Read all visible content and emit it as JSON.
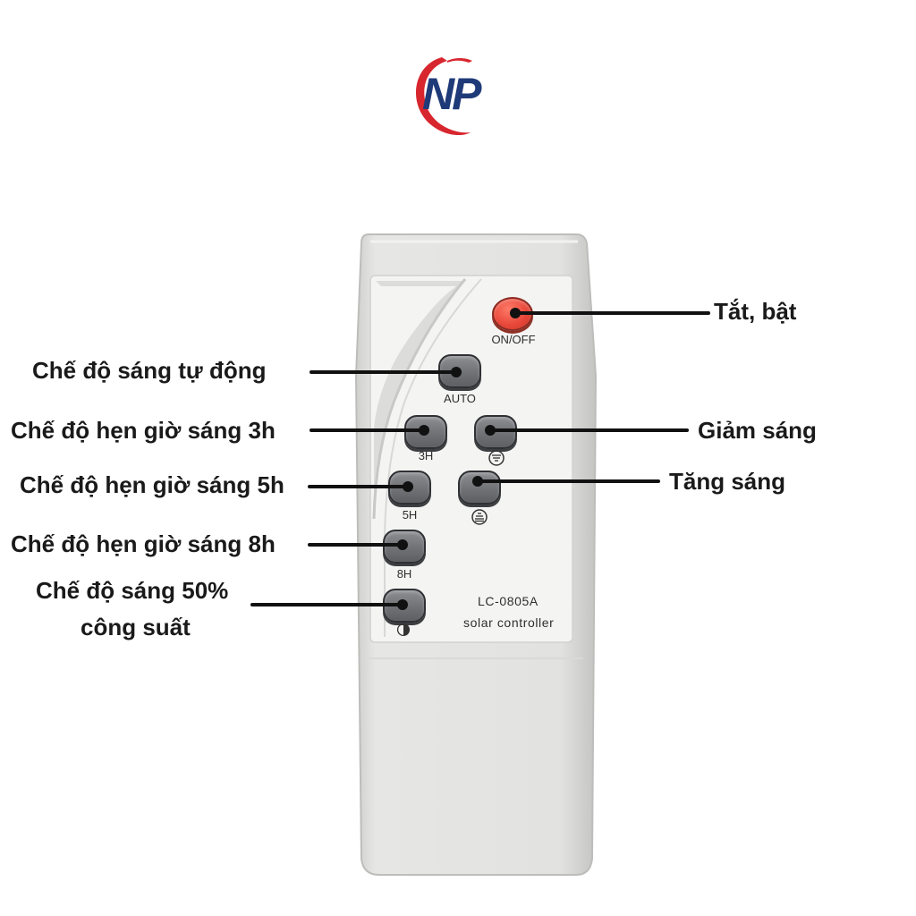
{
  "logo": {
    "text": "NP",
    "colors": {
      "blue": "#1f3a78",
      "red": "#d8262e"
    }
  },
  "remote": {
    "body_color": "#e4e4e2",
    "panel_color": "#f4f4f3",
    "model": "LC-0805A",
    "subtitle": "solar controller",
    "buttons": {
      "on_off": "ON/OFF",
      "auto": "AUTO",
      "h3": "3H",
      "h5": "5H",
      "h8": "8H"
    },
    "icons": {
      "dim_down": "brightness-down-icon",
      "dim_up": "brightness-up-icon",
      "half_power": "half-power-icon"
    }
  },
  "annotations": {
    "on_off": "Tắt, bật",
    "auto": "Chế độ sáng tự động",
    "timer_3h": "Chế độ hẹn giờ sáng 3h",
    "timer_5h": "Chế độ hẹn giờ sáng 5h",
    "timer_8h": "Chế độ hẹn giờ sáng 8h",
    "half_power_line1": "Chế độ sáng 50%",
    "half_power_line2": "công suất",
    "dim_down": "Giảm sáng",
    "dim_up": "Tăng sáng"
  }
}
